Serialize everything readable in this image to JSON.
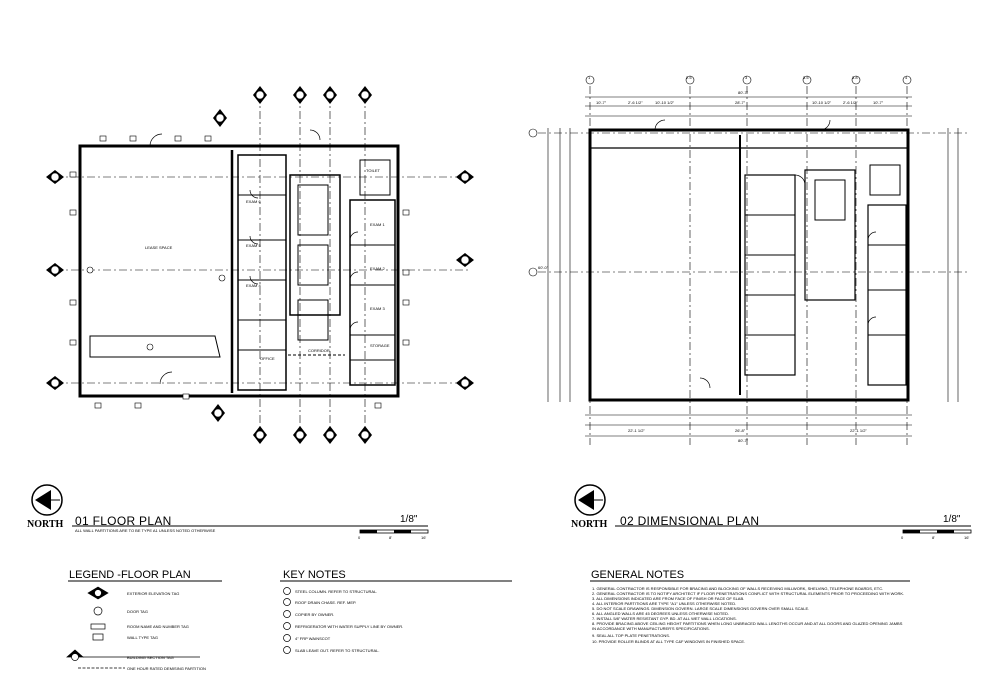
{
  "floor_plan": {
    "title": "01 FLOOR  PLAN",
    "scale": "1/8\"",
    "subtitle": "ALL WALL PARTITIONS ARE TO BE TYPE A1 UNLESS NOTED OTHERWISE",
    "north": "NORTH",
    "scale_bar": [
      "0",
      "8'",
      "16'"
    ],
    "rooms": {
      "lease": "LEASE SPACE",
      "exam1": "EXAM 1",
      "exam2": "EXAM 2",
      "exam3": "EXAM 3",
      "exam4": "EXAM 4",
      "exam5": "EXAM 5",
      "exam6": "EXAM 6",
      "storage": "STORAGE",
      "corridor": "CORRIDOR",
      "office": "OFFICE",
      "toilet": "TOILET"
    }
  },
  "dim_plan": {
    "title": "02 DIMENSIONAL   PLAN",
    "scale": "1/8\"",
    "north": "NORTH",
    "scale_bar": [
      "0",
      "8'",
      "16'"
    ],
    "grid_labels": [
      "1",
      "2",
      "2.5",
      "3",
      "3.5",
      "3.8",
      "4"
    ],
    "dims_top": [
      "10'-7\"",
      "2'-6 1/2\"",
      "10'-10 1/2\"",
      "28'-7\"",
      "10'-10 1/2\"",
      "2'-6 1/2\"",
      "10'-7\""
    ],
    "overall": "80'-7\"",
    "dims_bottom": [
      "22'-1 1/2\"",
      "26'-8\"",
      "22'-1 1/2\""
    ],
    "side_dim": "60'-0\""
  },
  "legend": {
    "title": "LEGEND -FLOOR PLAN",
    "items": [
      "EXTERIOR ELEVATION TAG",
      "DOOR TAG",
      "ROOM NAME AND NUMBER TAG",
      "WALL TYPE TAG",
      "BUILDING SECTION TAG",
      "ONE HOUR RATED DEMISING PARTITION"
    ]
  },
  "key_notes": {
    "title": "KEY NOTES",
    "items": [
      "STEEL COLUMN. REFER TO STRUCTURAL.",
      "ROOF DRAIN CHASE. REF. MEP.",
      "COPIER BY OWNER.",
      "REFRIGERATOR WITH WATER SUPPLY LINE BY OWNER.",
      "4\" FRP WAINSCOT",
      "SLAB LEAVE OUT. REFER TO STRUCTURAL."
    ]
  },
  "general_notes": {
    "title": "GENERAL NOTES",
    "items": [
      "1. GENERAL CONTRACTOR IS RESPONSIBLE FOR BRACING AND BLOCKING OF WALLS RECEIVING MILLWORK, SHELVING, TELEPHONE BOARDS, ETC.",
      "2. GENERAL CONTRACTOR IS TO NOTIFY ARCHITECT IF FLOOR PENETRATIONS CONFLICT WITH STRUCTURAL ELEMENTS PRIOR TO PROCEEDING WITH WORK.",
      "3. ALL DIMENSIONS INDICATED ARE FROM FACE OF FINISH OR FACE OF SLAB.",
      "4. ALL INTERIOR PARTITIONS ARE TYPE \"A1\" UNLESS OTHERWISE NOTED.",
      "5. DO NOT SCALE DRAWINGS. DIMENSION GOVERN. LARGE SCALE DIMENSIONS GOVERN OVER SMALL SCALE.",
      "6. ALL ANGLED WALLS ARE 45 DEGREES UNLESS OTHERWISE NOTED.",
      "7. INSTALL 5/8\" WATER RESISTANT GYP. BD. AT ALL WET WALL LOCATIONS.",
      "8. PROVIDE BRACING ABOVE CEILING HEIGHT PARTITIONS WHEN LONG UNBRACED WALL LENGTHS OCCUR AND AT ALL DOORS AND GLAZED OPENING JAMBS",
      "   IN ACCORDANCE WITH MANUFACTURER'S SPECIFICATIONS.",
      "9. SEAL ALL TOP PLATE PENETRATIONS.",
      "10. PROVIDE ROLLER BLINDS AT ALL TYPE C&F WINDOWS IN FINISHED SPACE."
    ]
  }
}
